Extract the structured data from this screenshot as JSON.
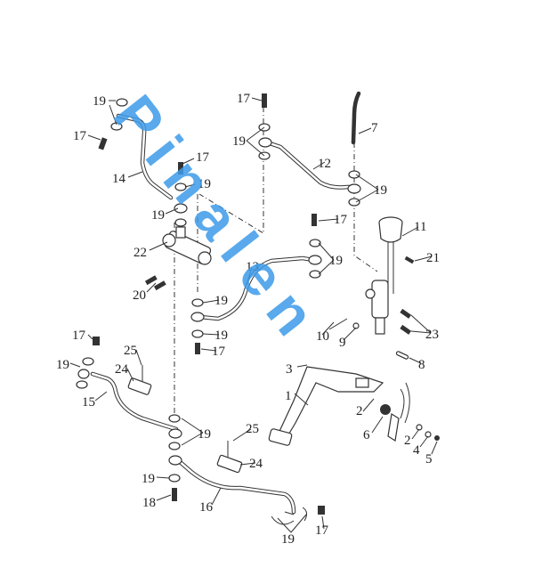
{
  "diagram": {
    "title": "Rear brake pedal, master cylinder and brake line assembly",
    "watermark": "Pinalen",
    "watermark_color": "#3d9be9",
    "callouts": [
      "19",
      "17",
      "14",
      "17",
      "19",
      "19",
      "22",
      "20",
      "17",
      "19",
      "12",
      "7",
      "19",
      "17",
      "19",
      "11",
      "21",
      "13",
      "19",
      "19",
      "17",
      "10",
      "9",
      "23",
      "8",
      "3",
      "1",
      "2",
      "6",
      "2",
      "4",
      "5",
      "17",
      "19",
      "25",
      "24",
      "15",
      "19",
      "25",
      "24",
      "19",
      "18",
      "16",
      "19",
      "17"
    ]
  }
}
